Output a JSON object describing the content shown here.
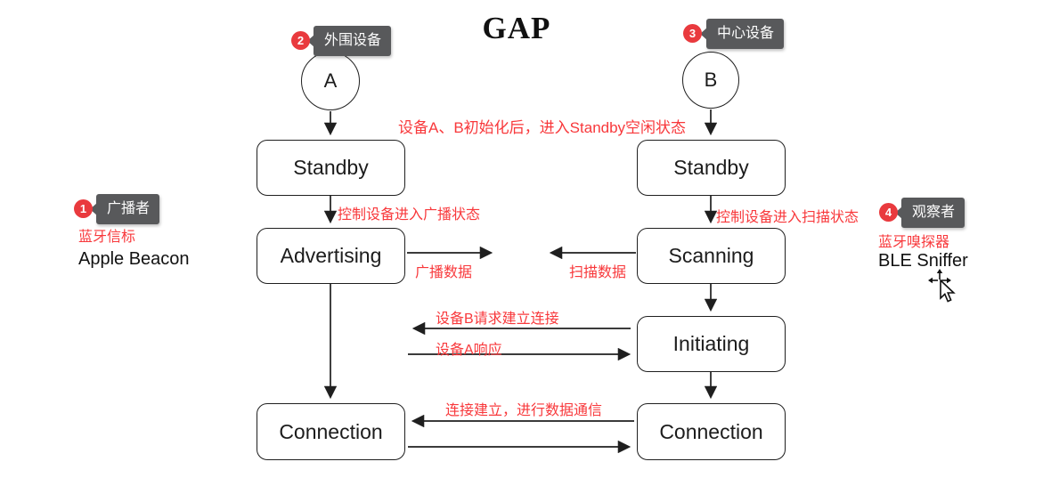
{
  "title": "GAP",
  "nodes": {
    "circle_a": "A",
    "circle_b": "B",
    "left_standby": "Standby",
    "advertising": "Advertising",
    "left_connection": "Connection",
    "right_standby": "Standby",
    "scanning": "Scanning",
    "initiating": "Initiating",
    "right_connection": "Connection"
  },
  "callouts": {
    "broadcaster": {
      "num": "1",
      "label": "广播者",
      "sub": "蓝牙信标",
      "device": "Apple Beacon"
    },
    "peripheral": {
      "num": "2",
      "label": "外围设备"
    },
    "central": {
      "num": "3",
      "label": "中心设备"
    },
    "observer": {
      "num": "4",
      "label": "观察者",
      "sub": "蓝牙嗅探器",
      "device": "BLE Sniffer"
    }
  },
  "annotations": {
    "init": "设备A、B初始化后，进入Standby空闲状态",
    "to_advertising": "控制设备进入广播状态",
    "to_scanning": "控制设备进入扫描状态",
    "adv_data": "广播数据",
    "scan_data": "扫描数据",
    "request": "设备B请求建立连接",
    "response": "设备A响应",
    "connected": "连接建立，进行数据通信"
  },
  "colors": {
    "red_text": "#f8383b",
    "badge_red": "#e93a3e",
    "tooltip_gray": "#58595b",
    "line_black": "#1f1f1f"
  }
}
